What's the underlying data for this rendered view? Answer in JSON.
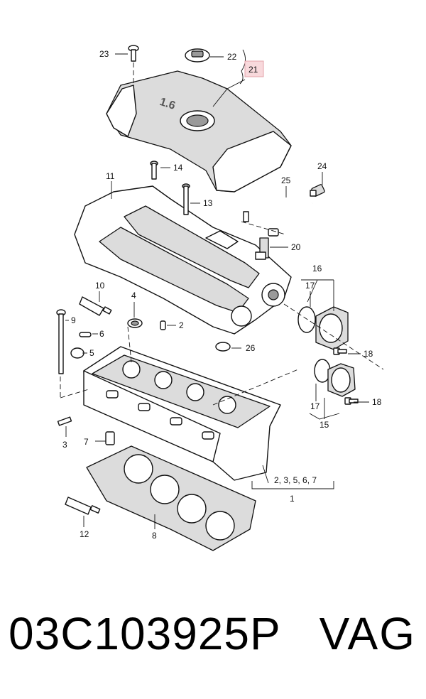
{
  "diagram": {
    "callouts": {
      "c1": "1",
      "c2": "2",
      "c3": "3",
      "c4": "4",
      "c5": "5",
      "c6": "6",
      "c7": "7",
      "c8": "8",
      "c9": "9",
      "c10": "10",
      "c11": "11",
      "c12": "12",
      "c13": "13",
      "c14": "14",
      "c15": "15",
      "c16": "16",
      "c17a": "17",
      "c17b": "17",
      "c18a": "18",
      "c18b": "18",
      "c20": "20",
      "c21": "21",
      "c22": "22",
      "c23": "23",
      "c24": "24",
      "c25": "25",
      "c26": "26",
      "group": "2, 3, 5, 6, 7"
    },
    "engine_cover_text": "1.6",
    "highlighted_callout_color": "#f8d9dc"
  },
  "footer": {
    "part_number": "03C103925P",
    "brand": "VAG"
  }
}
